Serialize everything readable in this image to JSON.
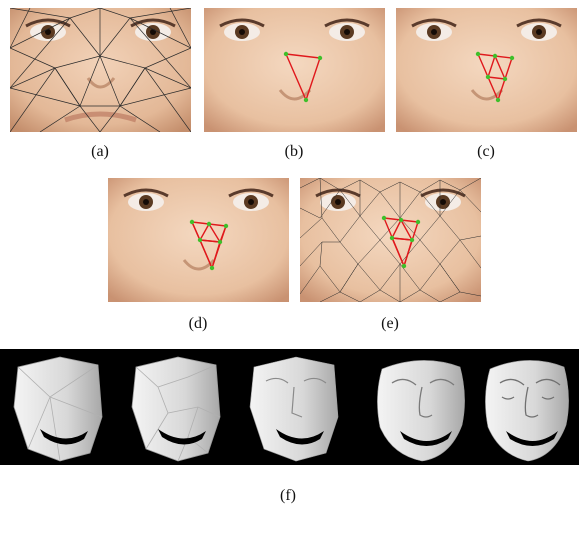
{
  "figure": {
    "panels": [
      {
        "id": "a",
        "label": "(a)",
        "mesh": "dense-coarse",
        "highlight": "none"
      },
      {
        "id": "b",
        "label": "(b)",
        "mesh": "none",
        "highlight": "single-triangle"
      },
      {
        "id": "c",
        "label": "(c)",
        "mesh": "none",
        "highlight": "subdivided-once"
      },
      {
        "id": "d",
        "label": "(d)",
        "mesh": "none",
        "highlight": "subdivided-twice"
      },
      {
        "id": "e",
        "label": "(e)",
        "mesh": "dense-fine",
        "highlight": "subdivided-twice"
      }
    ],
    "strip": {
      "label": "(f)",
      "faces": [
        {
          "detail": "very-coarse"
        },
        {
          "detail": "coarse"
        },
        {
          "detail": "medium"
        },
        {
          "detail": "fine"
        },
        {
          "detail": "very-fine"
        }
      ]
    },
    "colors": {
      "mesh_line": "#2a2a2a",
      "edge_red": "#e0181c",
      "vertex_green": "#3fbf2a",
      "skin": "#e9c4a6",
      "background_strip": "#000000",
      "face_render": "#e8e8e8"
    }
  }
}
